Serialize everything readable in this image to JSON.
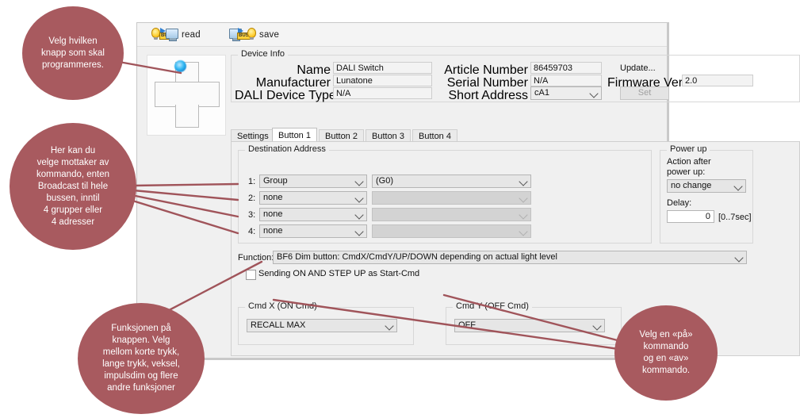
{
  "window": {
    "toolbar": {
      "read_label": "read",
      "save_label": "save",
      "read_icon": "bulb-arrow-monitor-icon",
      "save_icon": "monitor-arrow-bulb-icon"
    }
  },
  "device_info": {
    "legend": "Device Info",
    "name_label": "Name",
    "name_value": "DALI Switch",
    "manufacturer_label": "Manufacturer",
    "manufacturer_value": "Lunatone",
    "device_type_label": "DALI Device Type",
    "device_type_value": "N/A",
    "article_label": "Article Number",
    "article_value": "86459703",
    "serial_label": "Serial Number",
    "serial_value": "N/A",
    "short_address_label": "Short Address",
    "short_address_value": "cA1",
    "update_label": "Update...",
    "firmware_label": "Firmware Ver",
    "firmware_value": "2.0",
    "set_label": "Set"
  },
  "tabs": [
    {
      "label": "Settings",
      "active": false
    },
    {
      "label": "Button 1",
      "active": true
    },
    {
      "label": "Button 2",
      "active": false
    },
    {
      "label": "Button 3",
      "active": false
    },
    {
      "label": "Button 4",
      "active": false
    }
  ],
  "destination": {
    "legend": "Destination Address",
    "rows": [
      {
        "index": "1:",
        "type": "Group",
        "target": "(G0)",
        "disabled": false
      },
      {
        "index": "2:",
        "type": "none",
        "target": "",
        "disabled": true
      },
      {
        "index": "3:",
        "type": "none",
        "target": "",
        "disabled": true
      },
      {
        "index": "4:",
        "type": "none",
        "target": "",
        "disabled": true
      }
    ]
  },
  "powerup": {
    "legend": "Power up",
    "action_label_line1": "Action after",
    "action_label_line2": "power up:",
    "action_value": "no change",
    "delay_label": "Delay:",
    "delay_value": "0",
    "delay_range": "[0..7sec]"
  },
  "function": {
    "label": "Function:",
    "value": "BF6   Dim button:  CmdX/CmdY/UP/DOWN depending on actual light level",
    "checkbox_label": "Sending ON AND STEP UP as Start-Cmd",
    "checkbox_checked": false
  },
  "cmdx": {
    "legend": "Cmd X  (ON Cmd)",
    "value": "RECALL MAX"
  },
  "cmdy": {
    "legend": "Cmd Y  (OFF Cmd)",
    "value": "OFF"
  },
  "annotations": {
    "accent_color": "#a85a5f",
    "bubble1": [
      "Velg hvilken",
      "knapp som skal",
      "programmeres."
    ],
    "bubble2": [
      "Her kan du",
      "velge mottaker av",
      "kommando, enten",
      "Broadcast til hele",
      "bussen, inntil",
      "4 grupper eller",
      "4 adresser"
    ],
    "bubble3": [
      "Funksjonen på",
      "knappen. Velg",
      "mellom korte trykk,",
      "lange trykk, veksel,",
      "impulsdim og flere",
      "andre funksjoner"
    ],
    "bubble4": [
      "Velg en «på»",
      "kommando",
      "og en «av»",
      "kommando."
    ]
  }
}
